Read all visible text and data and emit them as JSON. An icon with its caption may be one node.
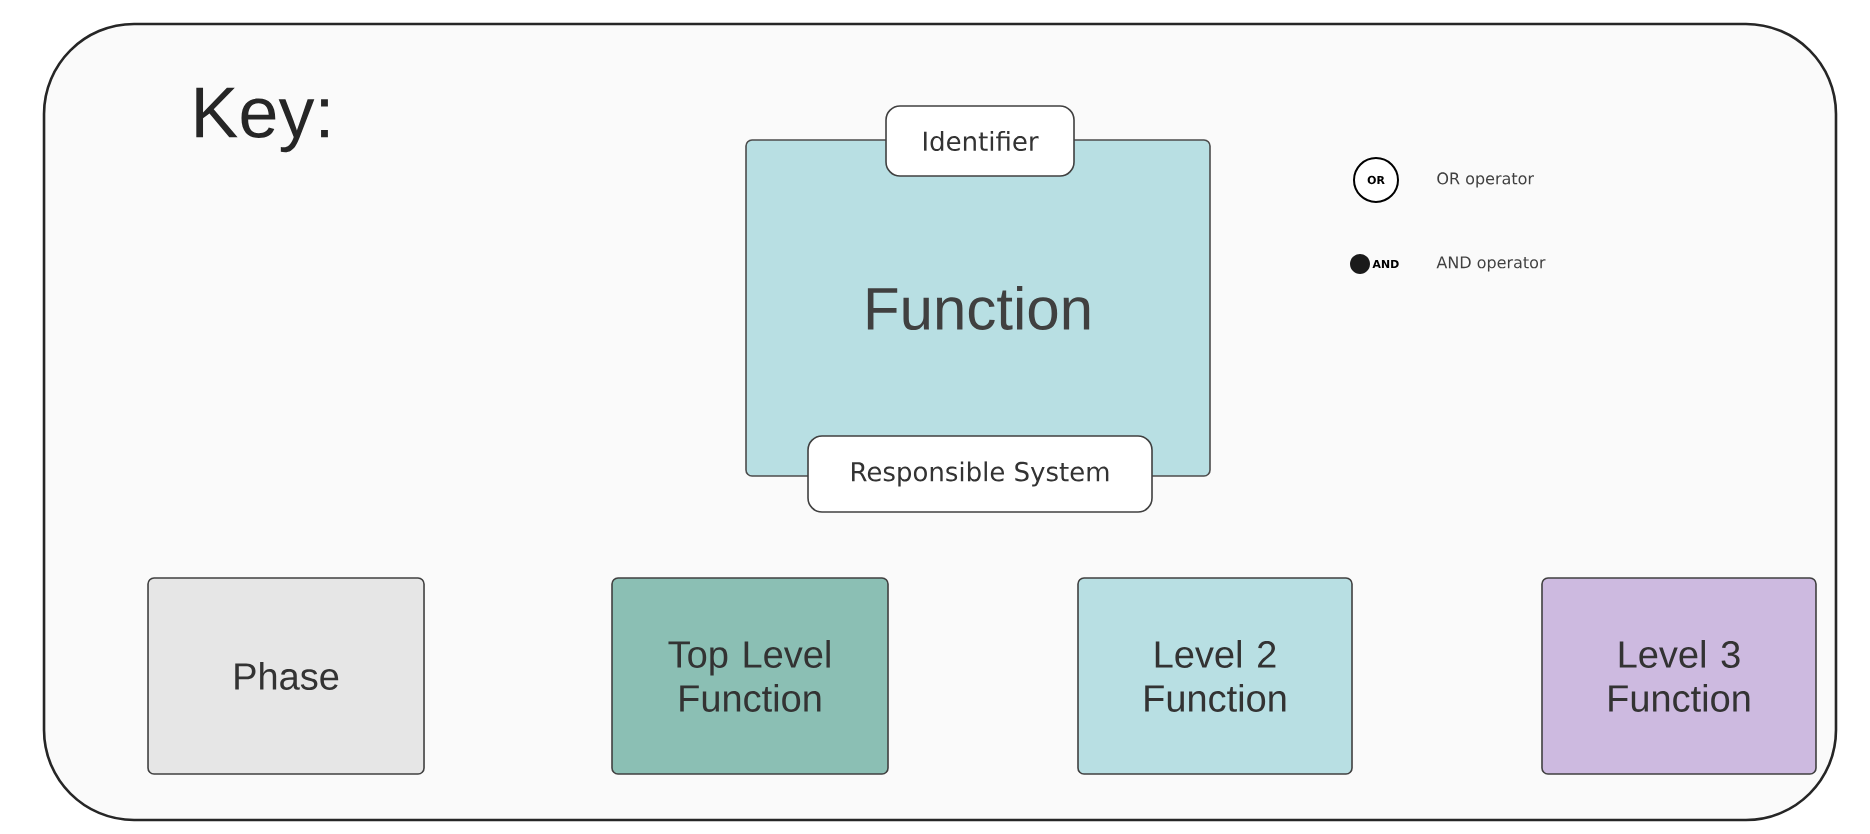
{
  "diagram": {
    "nodes": [
      {
        "text": [
          "Key:"
        ]
      },
      {
        "text": [
          "Function"
        ],
        "in": 0
      },
      {
        "text": [
          "Identifier"
        ],
        "in": 0
      },
      {
        "text": [
          "Responsible System"
        ],
        "in": 0
      },
      {
        "text": [
          "OR"
        ],
        "in": 0
      },
      {
        "text": [],
        "shape": "circle",
        "in": 0,
        "beside": [
          "AND"
        ]
      },
      {
        "text": [
          "Phase"
        ],
        "in": 0
      },
      {
        "text": [
          "Top Level Function"
        ],
        "in": 0
      },
      {
        "text": [
          "Level 2 Function"
        ],
        "in": 0
      },
      {
        "text": [
          "Level 3 Function"
        ],
        "in": 0
      }
    ],
    "labels": [
      "OR operator",
      "AND operator"
    ]
  }
}
